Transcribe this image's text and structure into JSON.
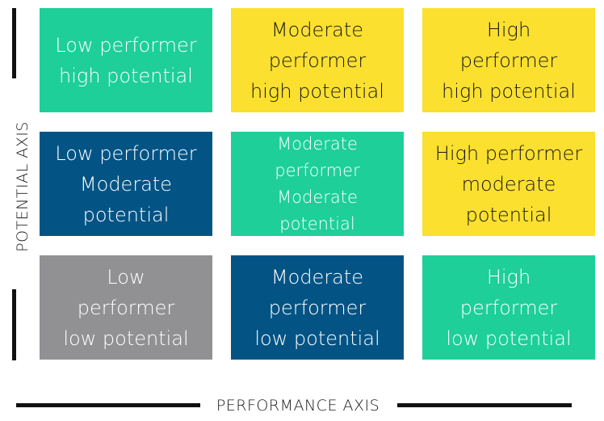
{
  "colors": {
    "green": "#1ecf99",
    "yellow": "#fbe02f",
    "blue": "#035485",
    "gray": "#919194"
  },
  "axes": {
    "y_label": "POTENTIAL AXIS",
    "x_label": "PERFORMANCE AXIS"
  },
  "grid": {
    "rows": [
      {
        "cells": [
          {
            "color": "green",
            "lines": [
              "Low performer",
              "high potential"
            ]
          },
          {
            "color": "yellow",
            "lines": [
              "Moderate",
              "performer",
              "high potential"
            ]
          },
          {
            "color": "yellow",
            "lines": [
              "High",
              "performer",
              "high potential"
            ]
          }
        ]
      },
      {
        "cells": [
          {
            "color": "blue",
            "lines": [
              "Low performer",
              "Moderate",
              "potential"
            ]
          },
          {
            "color": "green",
            "lines": [
              "Moderate",
              "performer",
              "Moderate",
              "potential"
            ]
          },
          {
            "color": "yellow",
            "lines": [
              "High performer",
              "moderate",
              "potential"
            ]
          }
        ]
      },
      {
        "cells": [
          {
            "color": "gray",
            "lines": [
              "Low",
              "performer",
              "low potential"
            ]
          },
          {
            "color": "blue",
            "lines": [
              "Moderate",
              "performer",
              "low potential"
            ]
          },
          {
            "color": "green",
            "lines": [
              "High",
              "performer",
              "low potential"
            ]
          }
        ]
      }
    ]
  }
}
